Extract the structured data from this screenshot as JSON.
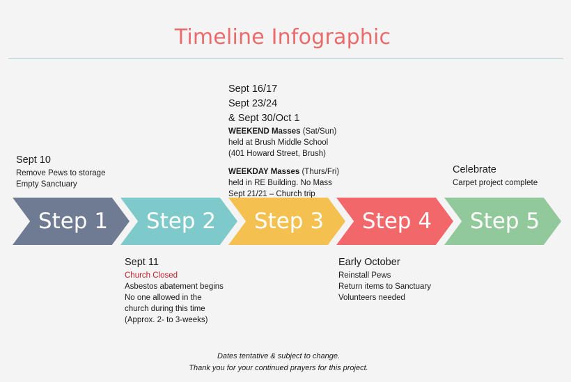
{
  "title": "Timeline Infographic",
  "colors": {
    "title": "#e96b6b",
    "step1": "#6f7b92",
    "step2": "#7ec9c9",
    "step3": "#f4c04f",
    "step4": "#f2676a",
    "step5": "#92c99a",
    "accent_red": "#c0202a"
  },
  "steps": [
    {
      "label": "Step 1"
    },
    {
      "label": "Step 2"
    },
    {
      "label": "Step 3"
    },
    {
      "label": "Step 4"
    },
    {
      "label": "Step 5"
    }
  ],
  "above": {
    "step1": {
      "date": "Sept 10",
      "lines": [
        "Remove Pews to storage",
        "Empty Sanctuary"
      ]
    },
    "step3": {
      "dates": [
        "Sept 16/17",
        "Sept 23/24",
        "& Sept 30/Oct 1"
      ],
      "weekend_bold": "WEEKEND Masses",
      "weekend_rest": " (Sat/Sun)",
      "weekend_lines": [
        "held at Brush Middle School",
        "(401 Howard Street, Brush)"
      ],
      "weekday_bold": "WEEKDAY Masses",
      "weekday_rest": " (Thurs/Fri)",
      "weekday_lines": [
        "held in RE Building. No Mass",
        "Sept 21/21 – Church trip"
      ]
    },
    "step5": {
      "date": "Celebrate",
      "lines": [
        "Carpet project complete"
      ]
    }
  },
  "below": {
    "step2": {
      "date": "Sept 11",
      "highlight": "Church Closed",
      "lines": [
        "Asbestos abatement begins",
        "No one allowed in the",
        "church during this time",
        "(Approx. 2- to 3-weeks)"
      ]
    },
    "step4": {
      "date": "Early October",
      "lines": [
        "Reinstall Pews",
        "Return items to Sanctuary",
        "Volunteers needed"
      ]
    }
  },
  "footer": {
    "line1": "Dates tentative & subject to change.",
    "line2": "Thank you for your continued prayers for this project."
  }
}
